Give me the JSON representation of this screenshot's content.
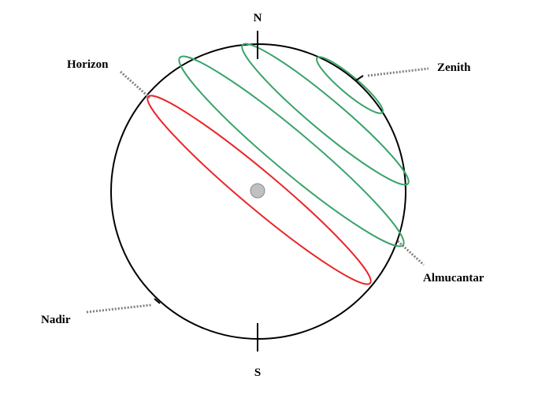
{
  "labels": {
    "north": "N",
    "south": "S",
    "horizon": "Horizon",
    "zenith": "Zenith",
    "almucantar": "Almucantar",
    "nadir": "Nadir"
  },
  "colors": {
    "sphere": "#000000",
    "horizon_circle": "#e8262a",
    "almucantar_circles": "#3aa36b",
    "leader": "#808080",
    "observer": "#c0c0c0"
  }
}
